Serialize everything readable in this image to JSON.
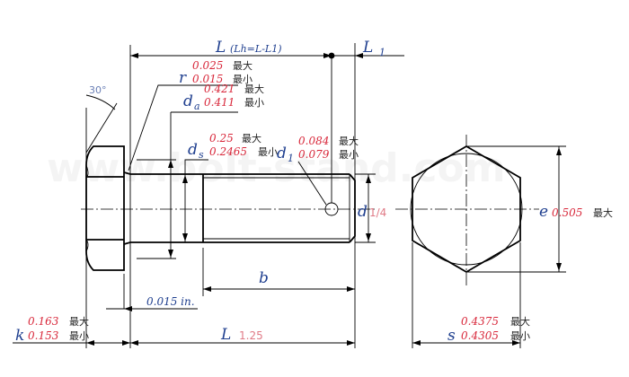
{
  "watermark": "www.bolt-stand.com",
  "dims": {
    "L": {
      "sym": "L",
      "note": "(Lh=L-L1)",
      "value": "1.25"
    },
    "L1": {
      "sym": "L",
      "sub": "1"
    },
    "r": {
      "sym": "r",
      "max": "0.025",
      "min": "0.015"
    },
    "da": {
      "sym": "d",
      "sub": "a",
      "max": "0.421",
      "min": "0.411"
    },
    "ds": {
      "sym": "d",
      "sub": "s",
      "max": "0.25",
      "min": "0.2465"
    },
    "d1": {
      "sym": "d",
      "sub": "1",
      "max": "0.084",
      "min": "0.079"
    },
    "d": {
      "sym": "d",
      "value": "1/4"
    },
    "e": {
      "sym": "e",
      "min": "0.505"
    },
    "b": {
      "sym": "b"
    },
    "chamfer": "0.015 in.",
    "angle": "30°",
    "k": {
      "sym": "k",
      "max": "0.163",
      "min": "0.153"
    },
    "s": {
      "sym": "s",
      "max": "0.4375",
      "min": "0.4305"
    }
  },
  "labels": {
    "max": "最大",
    "min": "最小"
  }
}
